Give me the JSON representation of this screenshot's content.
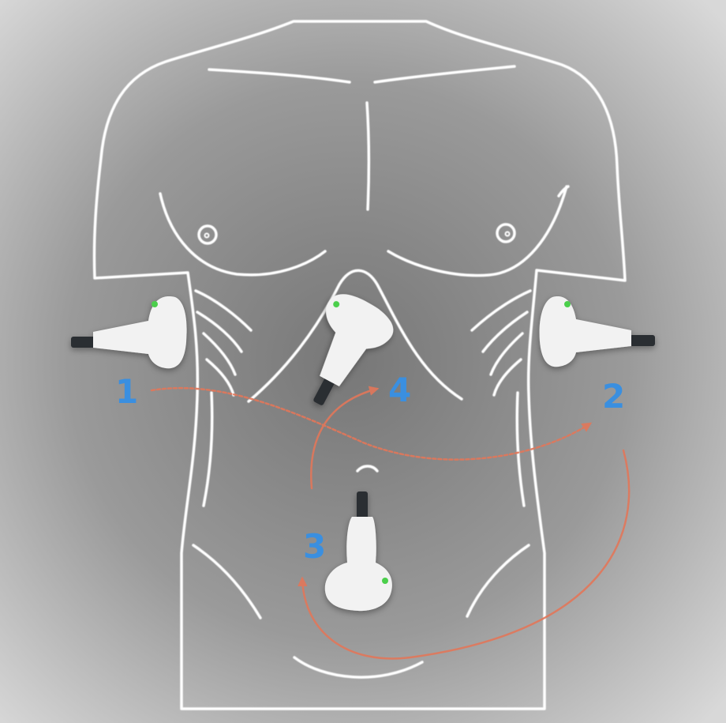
{
  "colors": {
    "background_center": "#7c7c7c",
    "background_edge": "#d6d6d6",
    "body_outline": "#ffffff",
    "probe_body": "#f2f2f2",
    "probe_cable": "#2a2d33",
    "probe_marker": "#4ccf4c",
    "path_arrow": "#e2775a",
    "step_number": "#3a8fe0"
  },
  "icons": {
    "probe": "ultrasound-probe-icon",
    "arrow": "arrow-icon"
  },
  "steps": [
    {
      "number": "1",
      "position": "right-flank"
    },
    {
      "number": "2",
      "position": "left-flank"
    },
    {
      "number": "3",
      "position": "pelvis"
    },
    {
      "number": "4",
      "position": "subxiphoid"
    }
  ]
}
